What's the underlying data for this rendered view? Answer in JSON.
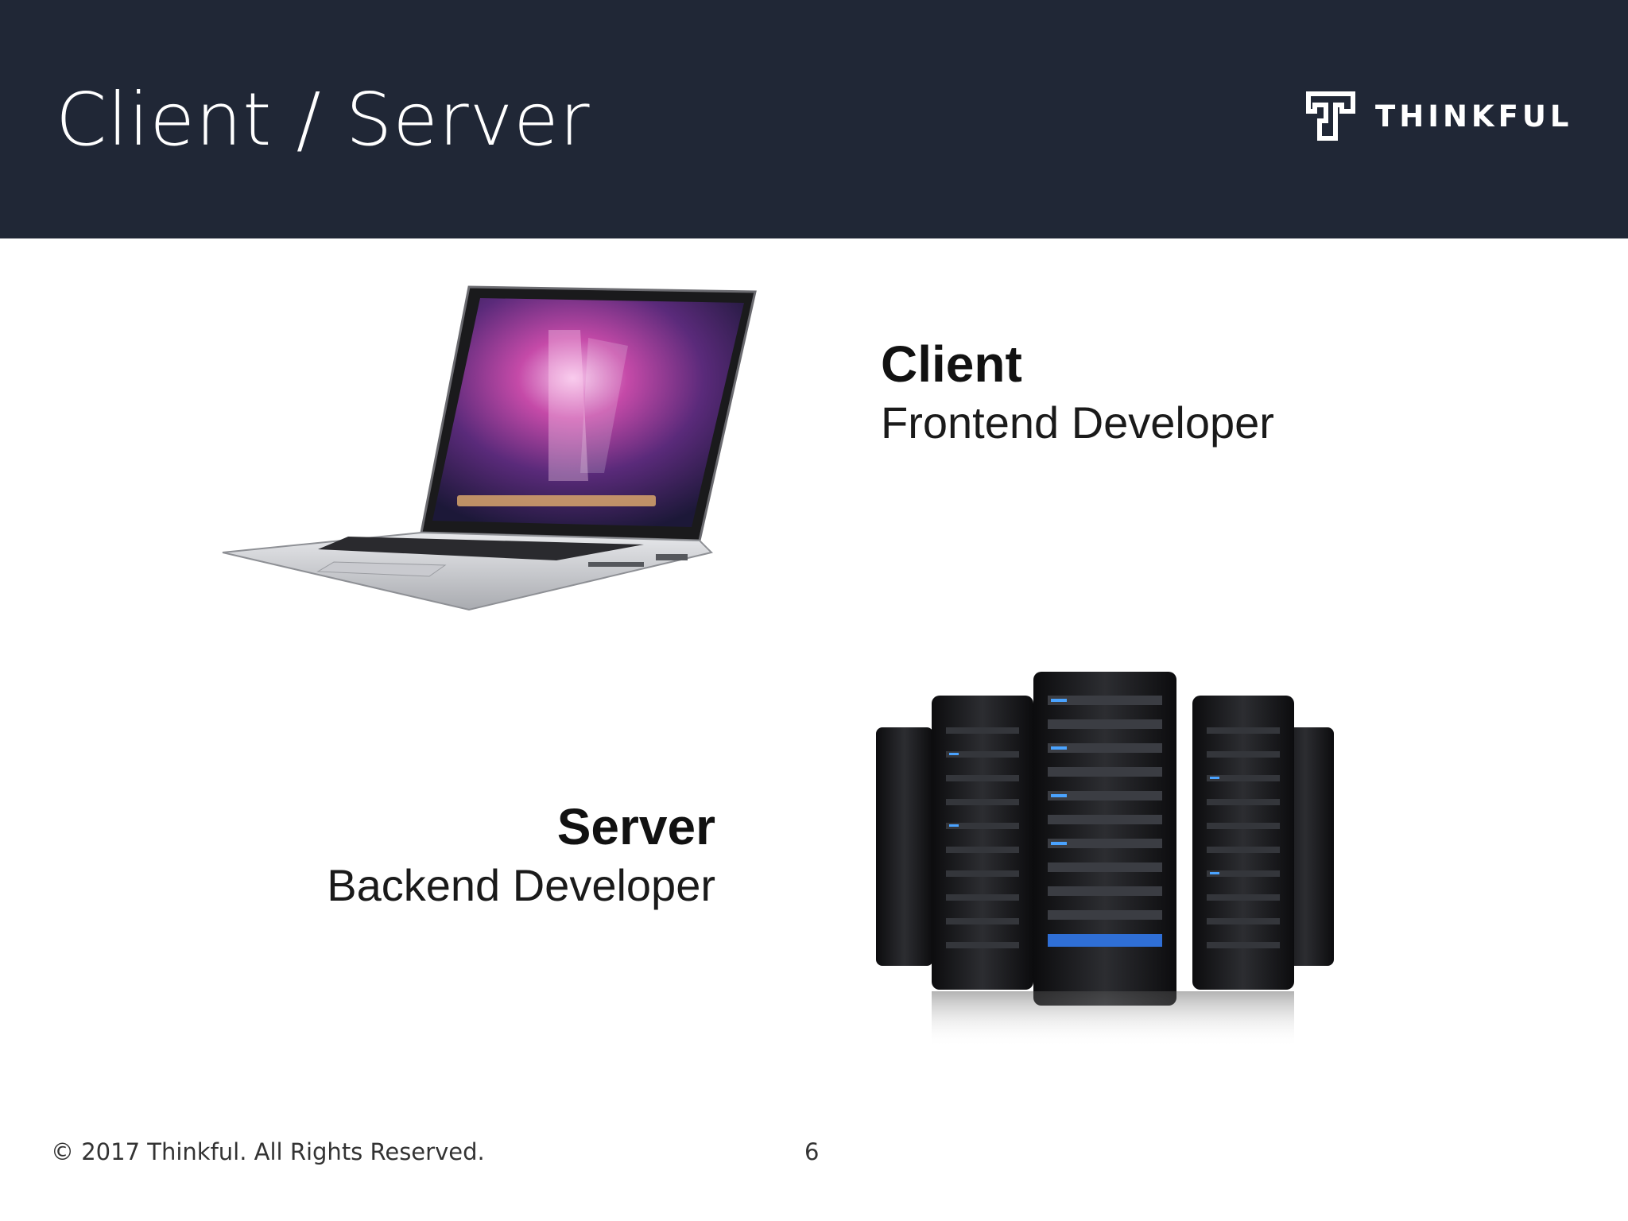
{
  "slide": {
    "title": "Client / Server"
  },
  "logo": {
    "icon": "thinkful-t-mark-icon",
    "text": "THINKFUL"
  },
  "client": {
    "title": "Client",
    "subtitle": "Frontend Developer",
    "image": "laptop-image"
  },
  "server": {
    "title": "Server",
    "subtitle": "Backend Developer",
    "image": "server-racks-image"
  },
  "footer": {
    "copyright": "© 2017 Thinkful. All Rights Reserved.",
    "page_number": "6"
  },
  "colors": {
    "header_bg": "#202736",
    "text": "#111111",
    "background": "#ffffff"
  }
}
